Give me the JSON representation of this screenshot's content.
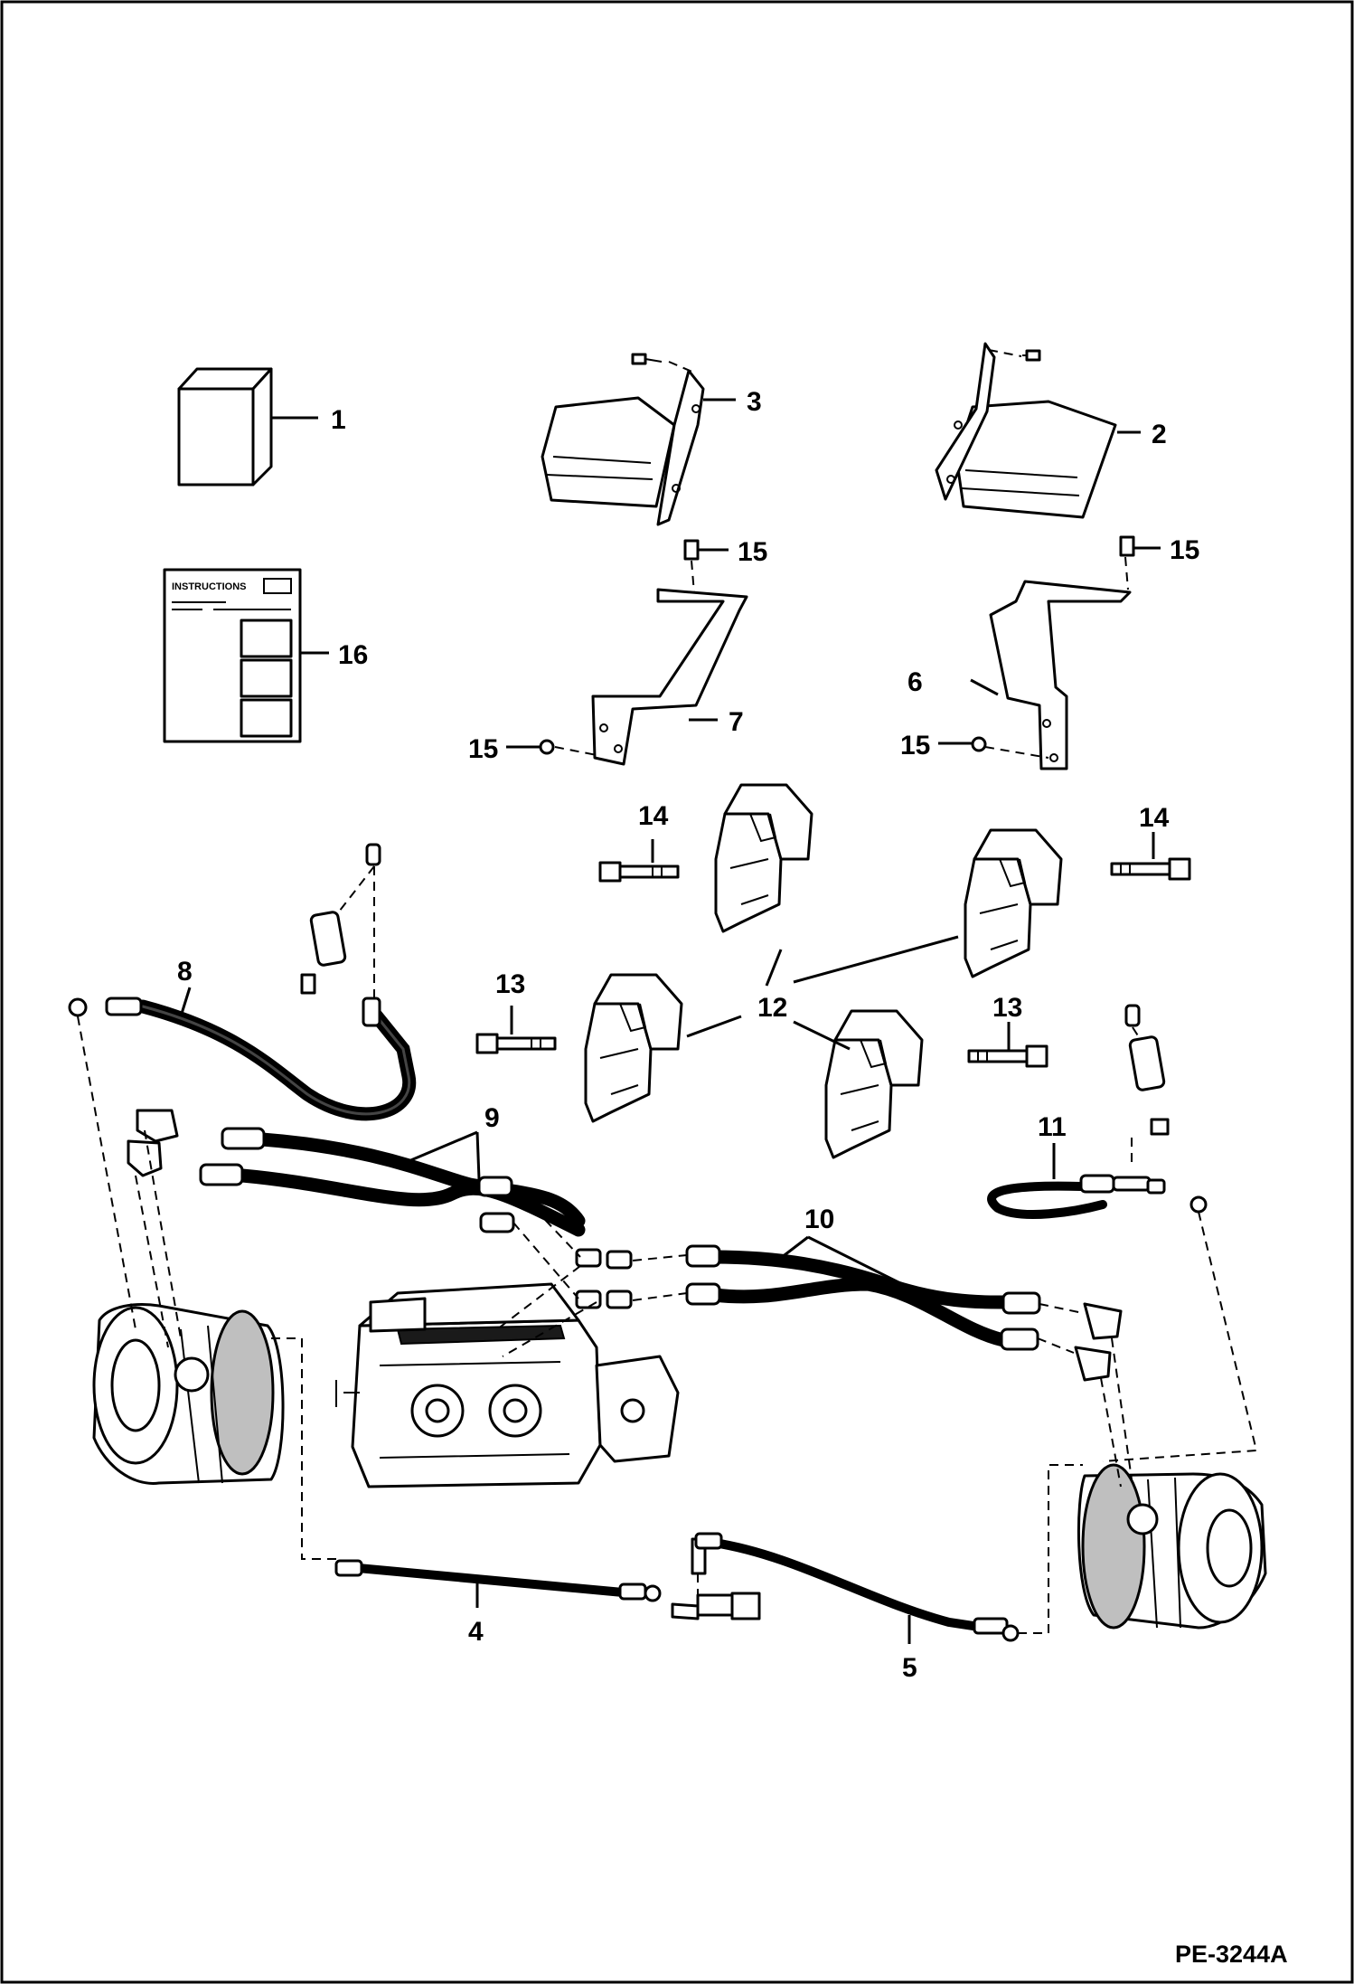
{
  "callouts": {
    "c1": "1",
    "c2": "2",
    "c3": "3",
    "c4": "4",
    "c5": "5",
    "c6": "6",
    "c7": "7",
    "c8": "8",
    "c9": "9",
    "c10": "10",
    "c11": "11",
    "c12": "12",
    "c13a": "13",
    "c13b": "13",
    "c14a": "14",
    "c14b": "14",
    "c15a": "15",
    "c15b": "15",
    "c15c": "15",
    "c15d": "15",
    "c16": "16"
  },
  "instructions_sheet": {
    "heading": "INSTRUCTIONS"
  },
  "reference_code": "PE-3244A"
}
